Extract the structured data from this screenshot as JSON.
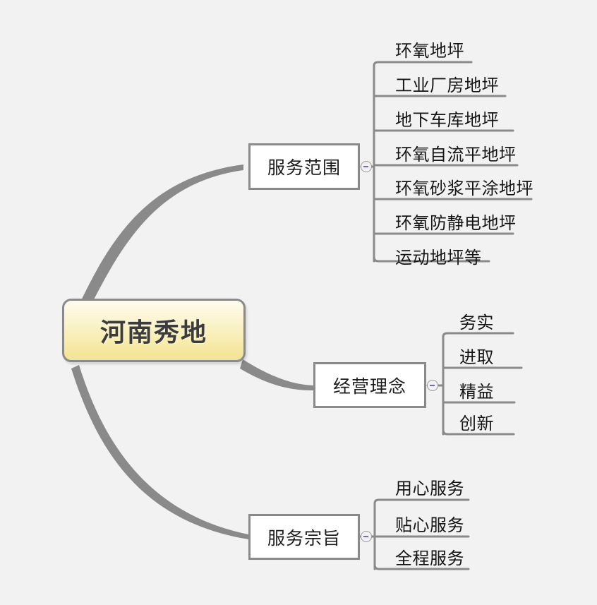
{
  "document": {
    "type": "mind-map",
    "background_color": "#f2f2f2",
    "root_fill_top": "#fdfbee",
    "root_fill_bottom": "#f3e394",
    "line_color": "#8a8a8a",
    "text_color": "#151515",
    "toggle_sign": "minus"
  },
  "root": {
    "label": "河南秀地"
  },
  "branches": [
    {
      "label": "服务范围",
      "toggle": "collapse-toggle",
      "leaves": [
        {
          "label": "环氧地坪"
        },
        {
          "label": "工业厂房地坪"
        },
        {
          "label": "地下车库地坪"
        },
        {
          "label": "环氧自流平地坪"
        },
        {
          "label": "环氧砂浆平涂地坪"
        },
        {
          "label": "环氧防静电地坪"
        },
        {
          "label": "运动地坪等"
        }
      ]
    },
    {
      "label": "经营理念",
      "toggle": "collapse-toggle",
      "leaves": [
        {
          "label": "务实"
        },
        {
          "label": "进取"
        },
        {
          "label": "精益"
        },
        {
          "label": "创新"
        }
      ]
    },
    {
      "label": "服务宗旨",
      "toggle": "collapse-toggle",
      "leaves": [
        {
          "label": "用心服务"
        },
        {
          "label": "贴心服务"
        },
        {
          "label": "全程服务"
        }
      ]
    }
  ]
}
